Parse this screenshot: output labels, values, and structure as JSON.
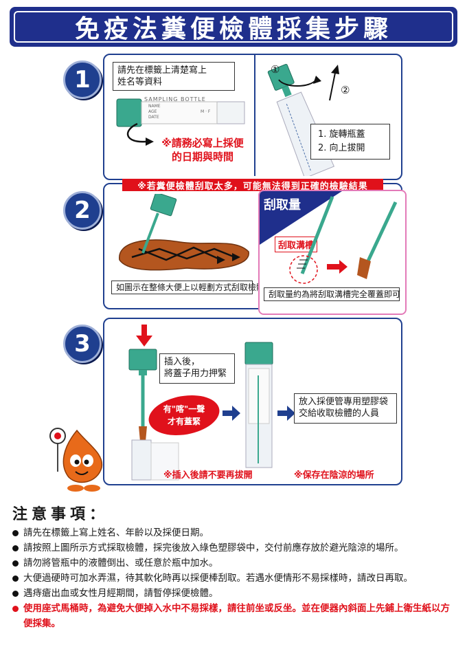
{
  "title": "免疫法糞便檢體採集步驟",
  "steps": [
    {
      "number": "1",
      "label_instruction": "請先在標籤上清楚寫上\n姓名等資料",
      "bottle_label": {
        "header": "SAMPLING BOTTLE",
        "name": "NAME",
        "age": "AGE",
        "date": "DATE",
        "sex": "M · F"
      },
      "warning": "※請務必寫上採便\n的日期與時間",
      "open_markers": [
        "①",
        "②"
      ],
      "open_steps": [
        "1. 旋轉瓶蓋",
        "2. 向上拔開"
      ]
    },
    {
      "number": "2",
      "warning_bar": "※若糞便檢體刮取太多，可能無法得到正確的檢驗結果",
      "scrape_caption": "如圖示在整條大便上以輕劃方式刮取檢體",
      "amount_title": "刮取量",
      "groove_label": "刮取溝槽",
      "amount_caption": "刮取量約為將刮取溝槽完全覆蓋即可"
    },
    {
      "number": "3",
      "insert_note": "插入後，\n將蓋子用力押緊",
      "click_note": "有\"喀\"一聲\n才有蓋緊",
      "bag_note": "放入採便管專用塑膠袋\n交給收取檢體的人員",
      "no_pull": "※插入後請不要再拔開",
      "storage": "※保存在陰涼的場所"
    }
  ],
  "notes": {
    "title": "注意事項：",
    "items": [
      "請先在標籤上寫上姓名、年齡以及採便日期。",
      "請按照上圖所示方式採取檢體，採完後放入綠色塑膠袋中，交付前應存放於避光陰涼的場所。",
      "請勿將管瓶中的液體倒出、或任意於瓶中加水。",
      "大便過硬時可加水弄濕，待其軟化時再以採便棒刮取。若遇水便情形不易採樣時，請改日再取。",
      "遇痔瘡出血或女性月經期間，請暫停採便檢體。"
    ],
    "important": "使用座式馬桶時，為避免大便掉入水中不易採樣，請往前坐或反坐。並在便器內斜面上先鋪上衛生紙以方便採集。"
  },
  "colors": {
    "navy": "#1f2f8c",
    "red": "#e0111b",
    "teal": "#3aa88e",
    "stool": "#b4561f",
    "pink": "#e37ab8"
  }
}
